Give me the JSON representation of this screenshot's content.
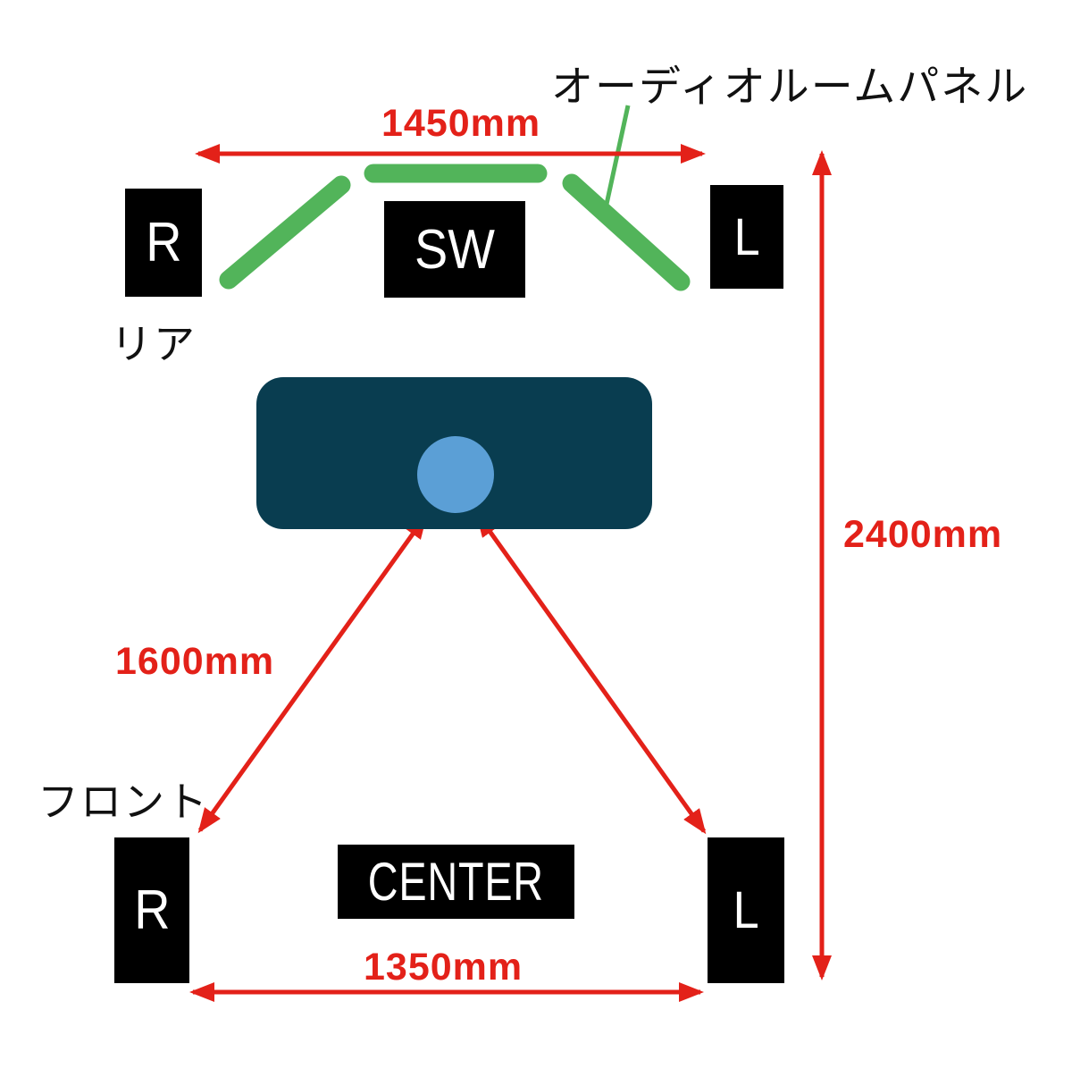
{
  "title_label": "オーディオルームパネル",
  "area_labels": {
    "rear": "リア",
    "front": "フロント"
  },
  "dimensions": {
    "rear_width": "1450mm",
    "room_depth": "2400mm",
    "listener_to_front": "1600mm",
    "front_width": "1350mm"
  },
  "speakers": {
    "rear_right": "R",
    "subwoofer": "SW",
    "rear_left": "L",
    "front_right": "R",
    "center": "CENTER",
    "front_left": "L"
  },
  "colors": {
    "red": "#E32119",
    "green": "#52B45A",
    "seat": "#093D50",
    "head": "#5B9FD6",
    "box": "#000000"
  }
}
